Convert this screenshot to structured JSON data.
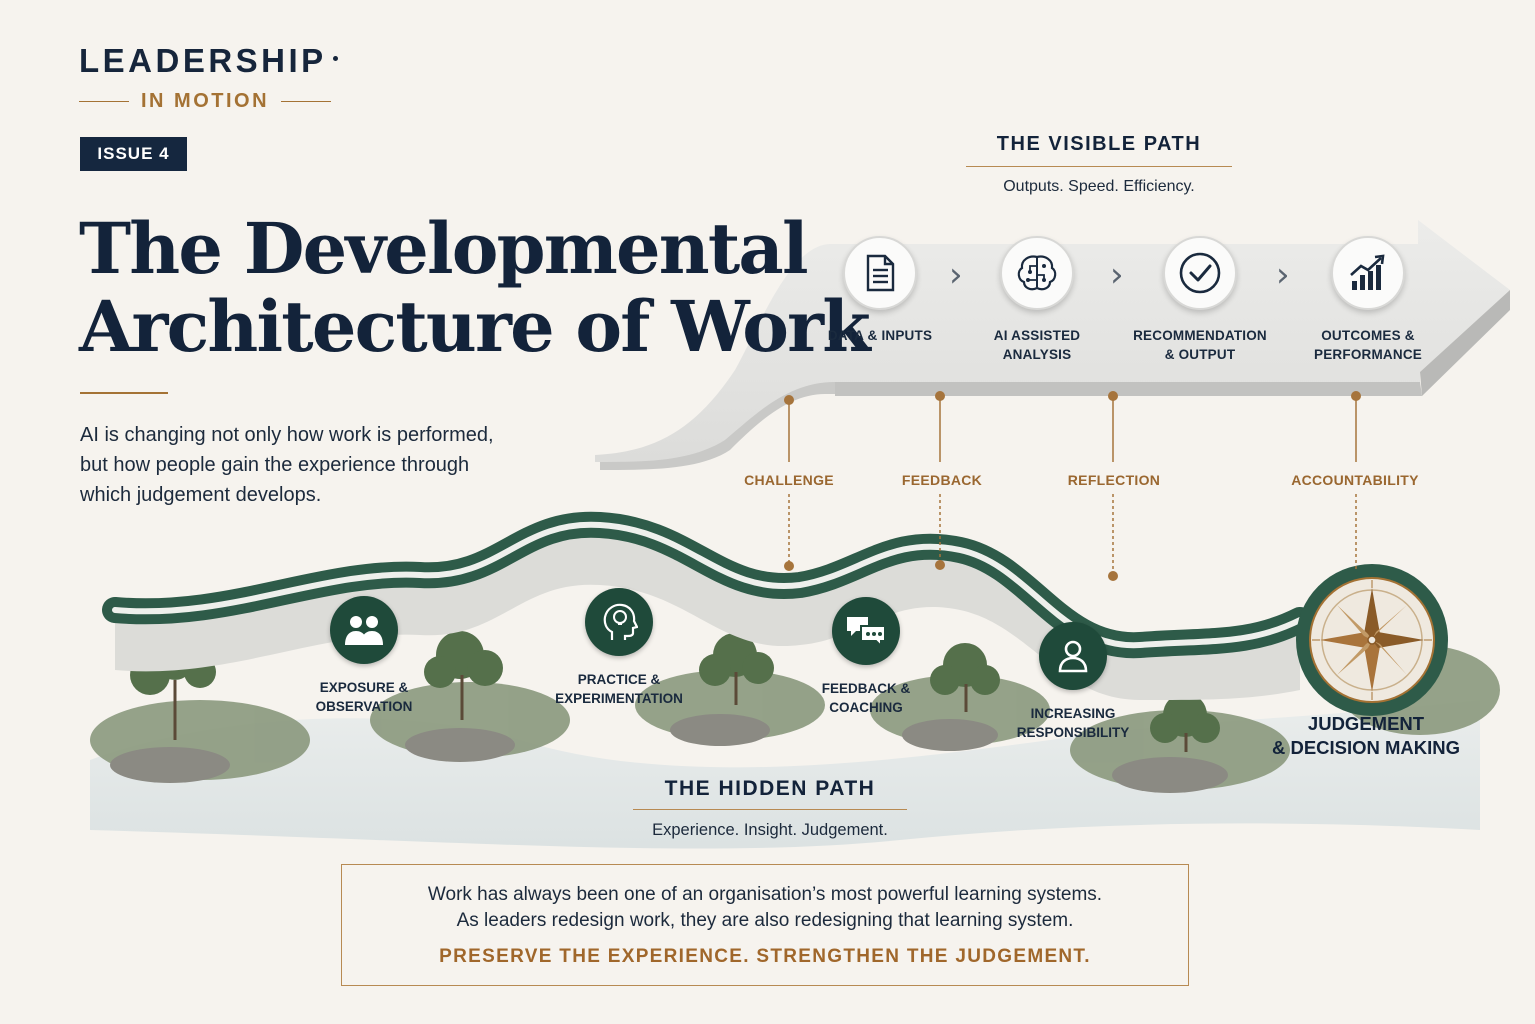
{
  "brand": {
    "name": "LEADERSHIP",
    "tagline": "IN MOTION"
  },
  "issue": "ISSUE 4",
  "title": {
    "line1": "The Developmental",
    "line2": "Architecture of Work"
  },
  "lede": {
    "line1": "AI is changing not only how work is performed,",
    "line2": "but how people gain the experience through",
    "line3": "which judgement develops."
  },
  "visible_path": {
    "title": "THE VISIBLE PATH",
    "subtitle": "Outputs. Speed. Efficiency.",
    "steps": [
      {
        "line1": "DATA & INPUTS",
        "line2": "",
        "icon": "document-icon"
      },
      {
        "line1": "AI ASSISTED",
        "line2": "ANALYSIS",
        "icon": "brain-circuit-icon"
      },
      {
        "line1": "RECOMMENDATION",
        "line2": "& OUTPUT",
        "icon": "checkmark-icon"
      },
      {
        "line1": "OUTCOMES &",
        "line2": "PERFORMANCE",
        "icon": "growth-chart-icon"
      }
    ]
  },
  "connectors": [
    "CHALLENGE",
    "FEEDBACK",
    "REFLECTION",
    "ACCOUNTABILITY"
  ],
  "hidden_path": {
    "title": "THE HIDDEN PATH",
    "subtitle": "Experience. Insight. Judgement.",
    "steps": [
      {
        "line1": "EXPOSURE &",
        "line2": "OBSERVATION",
        "icon": "people-icon"
      },
      {
        "line1": "PRACTICE &",
        "line2": "EXPERIMENTATION",
        "icon": "head-lightbulb-icon"
      },
      {
        "line1": "FEEDBACK &",
        "line2": "COACHING",
        "icon": "chat-bubbles-icon"
      },
      {
        "line1": "INCREASING",
        "line2": "RESPONSIBILITY",
        "icon": "person-icon"
      }
    ],
    "destination": {
      "line1": "JUDGEMENT",
      "line2": "& DECISION MAKING",
      "icon": "compass-icon"
    }
  },
  "quote": {
    "line1": "Work has always been one of an organisation’s most powerful learning systems.",
    "line2": "As leaders redesign work, they are also redesigning that learning system.",
    "callout": "PRESERVE THE EXPERIENCE. STRENGTHEN THE JUDGEMENT."
  },
  "colors": {
    "navy": "#14243a",
    "gold": "#a47234",
    "forest": "#1f4a3a",
    "stone": "#e3e4e1"
  }
}
